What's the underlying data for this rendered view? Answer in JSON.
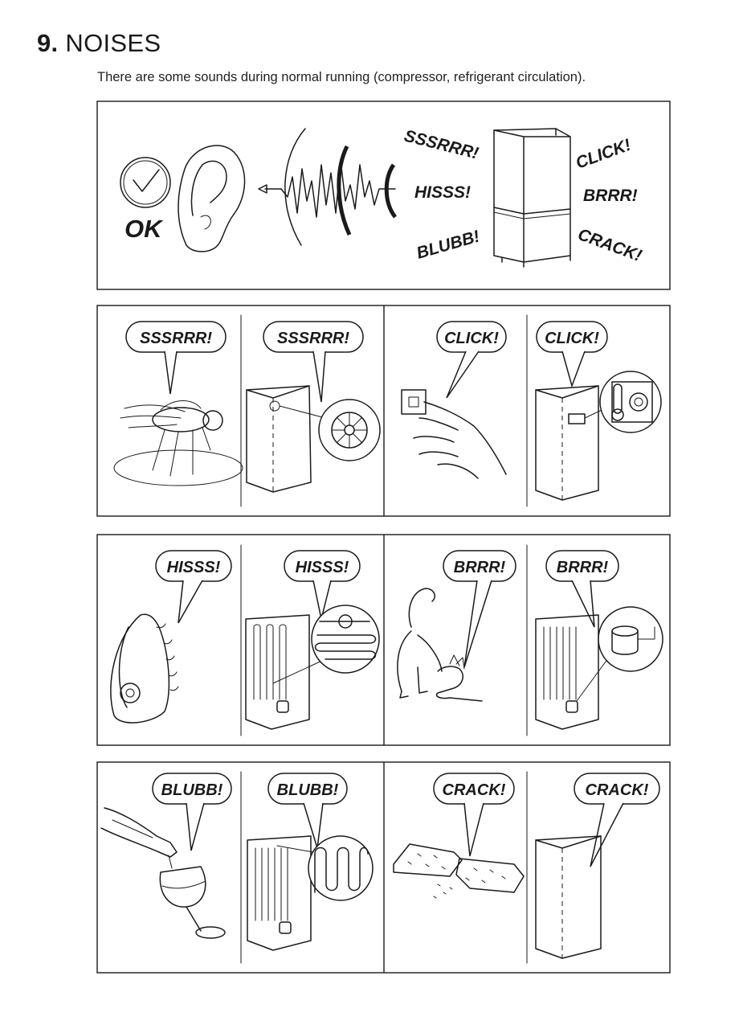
{
  "section": {
    "number": "9.",
    "title": "NOISES"
  },
  "intro": "There are some sounds during normal running (compressor, refrigerant circulation).",
  "hero": {
    "ok_label": "OK",
    "left_sounds": [
      "SSSRRR!",
      "HISSS!",
      "BLUBB!"
    ],
    "right_sounds": [
      "CLICK!",
      "BRRR!",
      "CRACK!"
    ]
  },
  "panels": {
    "sssrrr": {
      "left": "SSSRRR!",
      "right": "SSSRRR!"
    },
    "click": {
      "left": "CLICK!",
      "right": "CLICK!"
    },
    "hisss": {
      "left": "HISSS!",
      "right": "HISSS!"
    },
    "brrr": {
      "left": "BRRR!",
      "right": "BRRR!"
    },
    "blubb": {
      "left": "BLUBB!",
      "right": "BLUBB!"
    },
    "crack": {
      "left": "CRACK!",
      "right": "CRACK!"
    }
  },
  "icons": [
    "checkmark-icon",
    "ear-icon",
    "sound-wave-icon",
    "fridge-icon",
    "fly-icon",
    "fan-icon",
    "hand-icon",
    "thermostat-icon",
    "iron-icon",
    "coil-icon",
    "cat-icon",
    "compressor-icon",
    "wine-bottle-icon",
    "wine-glass-icon",
    "cracker-icon"
  ]
}
